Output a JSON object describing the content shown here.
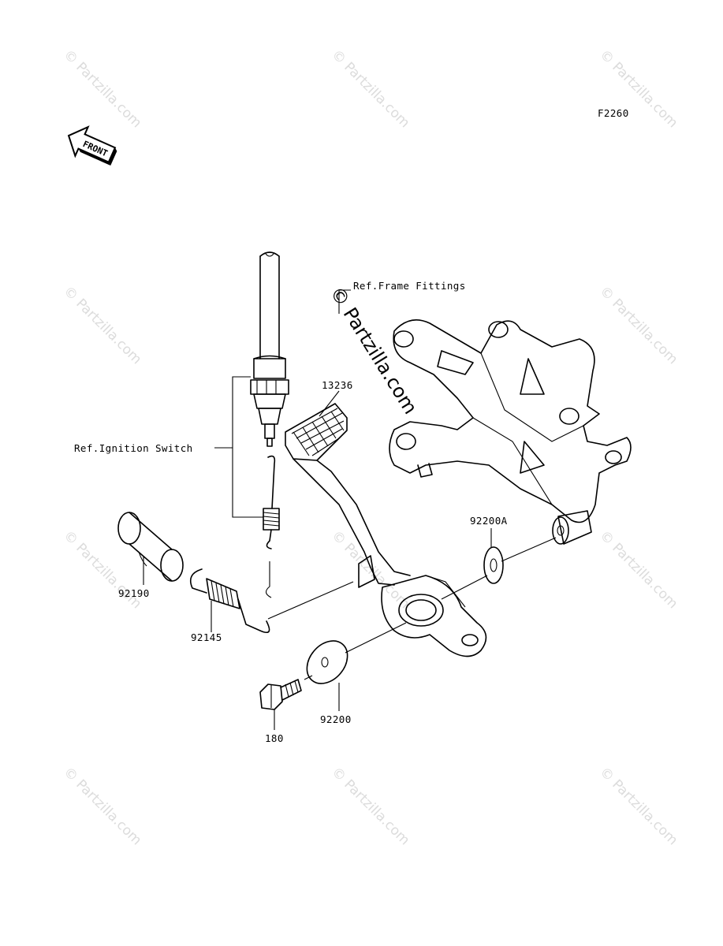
{
  "diagram_code": "F2260",
  "front_label": "FRONT",
  "watermark": "© Partzilla.com",
  "labels": {
    "frame_fittings": "Ref.Frame Fittings",
    "ignition_switch": "Ref.Ignition Switch",
    "pedal": "13236",
    "washer_a": "92200A",
    "collar": "92190",
    "spring": "92145",
    "washer": "92200",
    "bolt": "180"
  },
  "icons": {
    "front_arrow": "front-arrow-icon"
  }
}
